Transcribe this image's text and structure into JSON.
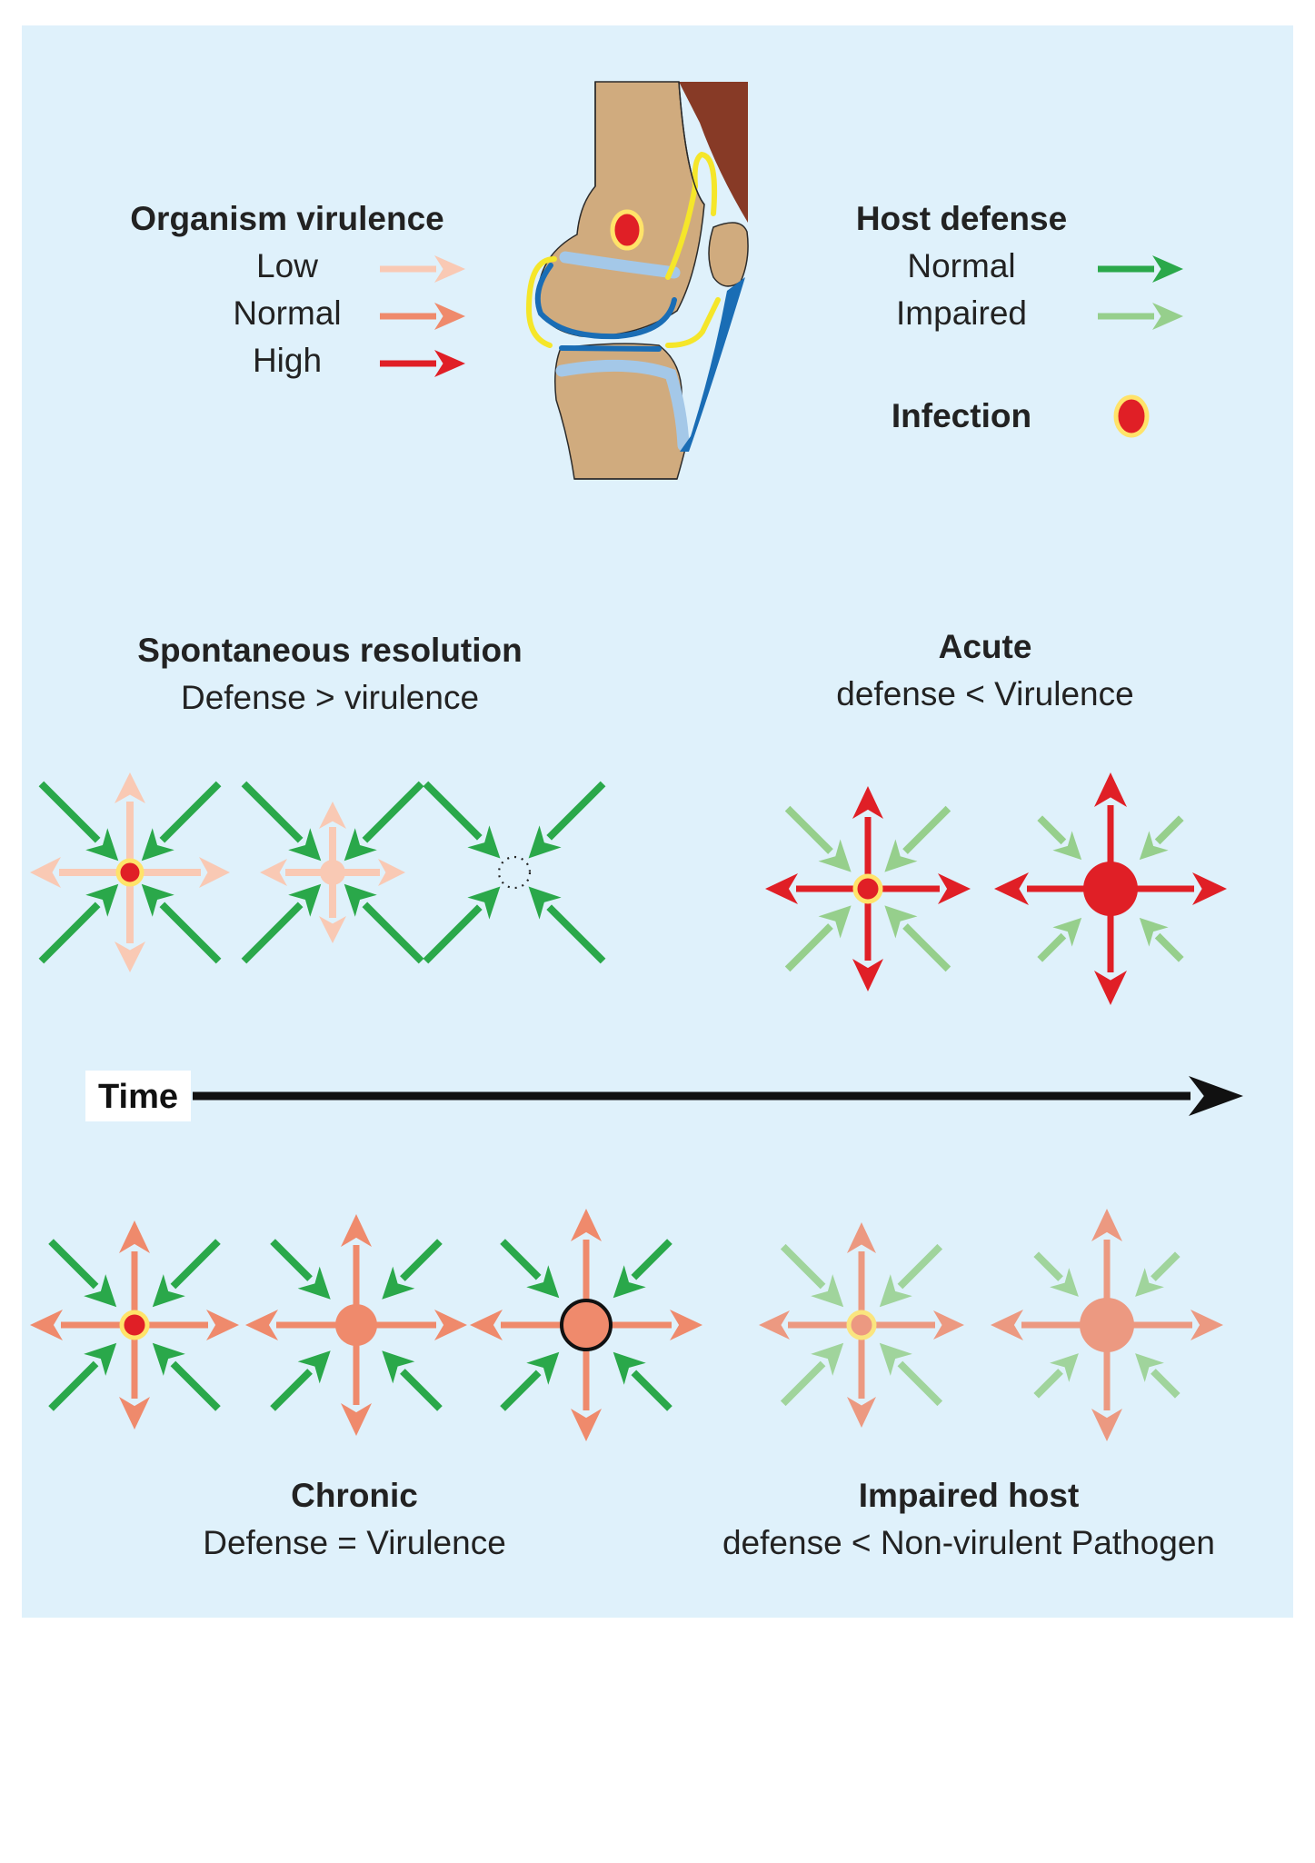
{
  "colors": {
    "panel_bg": "#dff1fb",
    "virulence_low": "#f9c9b4",
    "virulence_normal": "#ef8a6c",
    "virulence_high": "#e01f26",
    "defense_normal": "#2aa84a",
    "defense_impaired": "#96cf8c",
    "infection_core": "#e01f26",
    "infection_ring": "#ffe36a",
    "bone": "#d0ab7e",
    "muscle": "#873a26",
    "cartilage": "#a4c8e8",
    "membrane": "#1a6db5",
    "capsule": "#f5e62a",
    "time_axis": "#111111"
  },
  "legend": {
    "virulence": {
      "title": "Organism virulence",
      "levels": [
        {
          "label": "Low",
          "color_key": "virulence_low"
        },
        {
          "label": "Normal",
          "color_key": "virulence_normal"
        },
        {
          "label": "High",
          "color_key": "virulence_high"
        }
      ]
    },
    "defense": {
      "title": "Host defense",
      "levels": [
        {
          "label": "Normal",
          "color_key": "defense_normal"
        },
        {
          "label": "Impaired",
          "color_key": "defense_impaired"
        }
      ]
    },
    "infection": {
      "label": "Infection",
      "icon": "infection-dot-icon"
    }
  },
  "scenarios": {
    "spontaneous": {
      "title": "Spontaneous resolution",
      "subtitle": "Defense > virulence"
    },
    "acute": {
      "title": "Acute",
      "subtitle": "defense < Virulence"
    },
    "chronic": {
      "title": "Chronic",
      "subtitle": "Defense = Virulence"
    },
    "impaired": {
      "title": "Impaired host",
      "subtitle": "defense < Non-virulent Pathogen"
    }
  },
  "time": {
    "label": "Time"
  }
}
